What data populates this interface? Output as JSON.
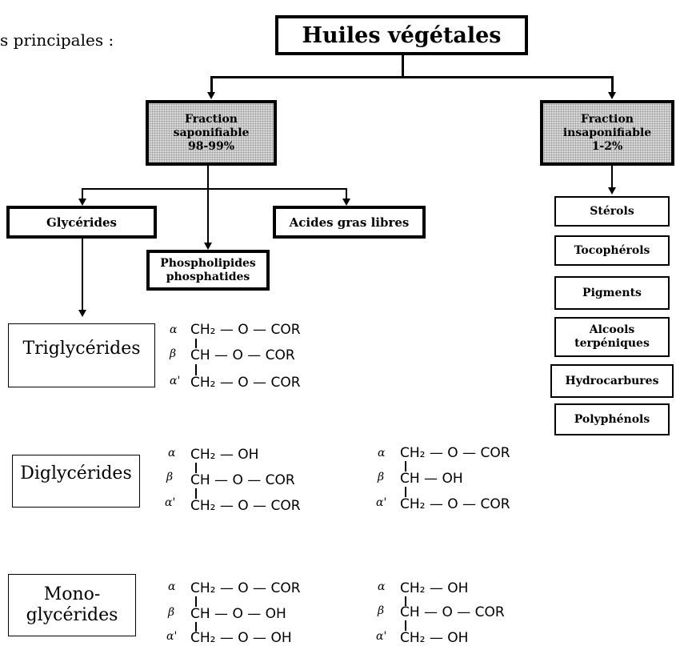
{
  "header_partial": "s principales :",
  "top_box": "Huiles végétales",
  "fraction_sap": [
    "Fraction",
    "saponifiable",
    "98-99%"
  ],
  "fraction_insap": [
    "Fraction",
    "insaponifiable",
    "1-2%"
  ],
  "glycerides": "Glycérides",
  "acides": "Acides gras libres",
  "phospho": [
    "Phospholipides",
    "phosphatides"
  ],
  "insap_items": [
    "Stérols",
    "Tocophérols",
    "Pigments",
    "Alcools",
    "terpéniques",
    "Hydrocarbures",
    "Polyphénols"
  ],
  "tri_label": "Triglycérides",
  "di_label": "Diglycérides",
  "mono_label": [
    "Mono-",
    "glycérides"
  ],
  "greek": {
    "a": "α",
    "b": "β",
    "a2": "α'"
  },
  "tri_formula": [
    "CH₂ — O — COR",
    "CH  — O — COR",
    "CH₂ — O — COR"
  ],
  "di_formula_1": [
    "CH₂ — OH",
    "CH  — O — COR",
    "CH₂ — O — COR"
  ],
  "di_formula_2": [
    "CH₂ — O — COR",
    "CH  — OH",
    "CH₂ — O — COR"
  ],
  "mono_formula_1": [
    "CH₂ — O — COR",
    "CH  — O — OH",
    "CH₂ — O — OH"
  ],
  "mono_formula_2": [
    "CH₂ — OH",
    "CH  — O — COR",
    "CH₂ — OH"
  ]
}
